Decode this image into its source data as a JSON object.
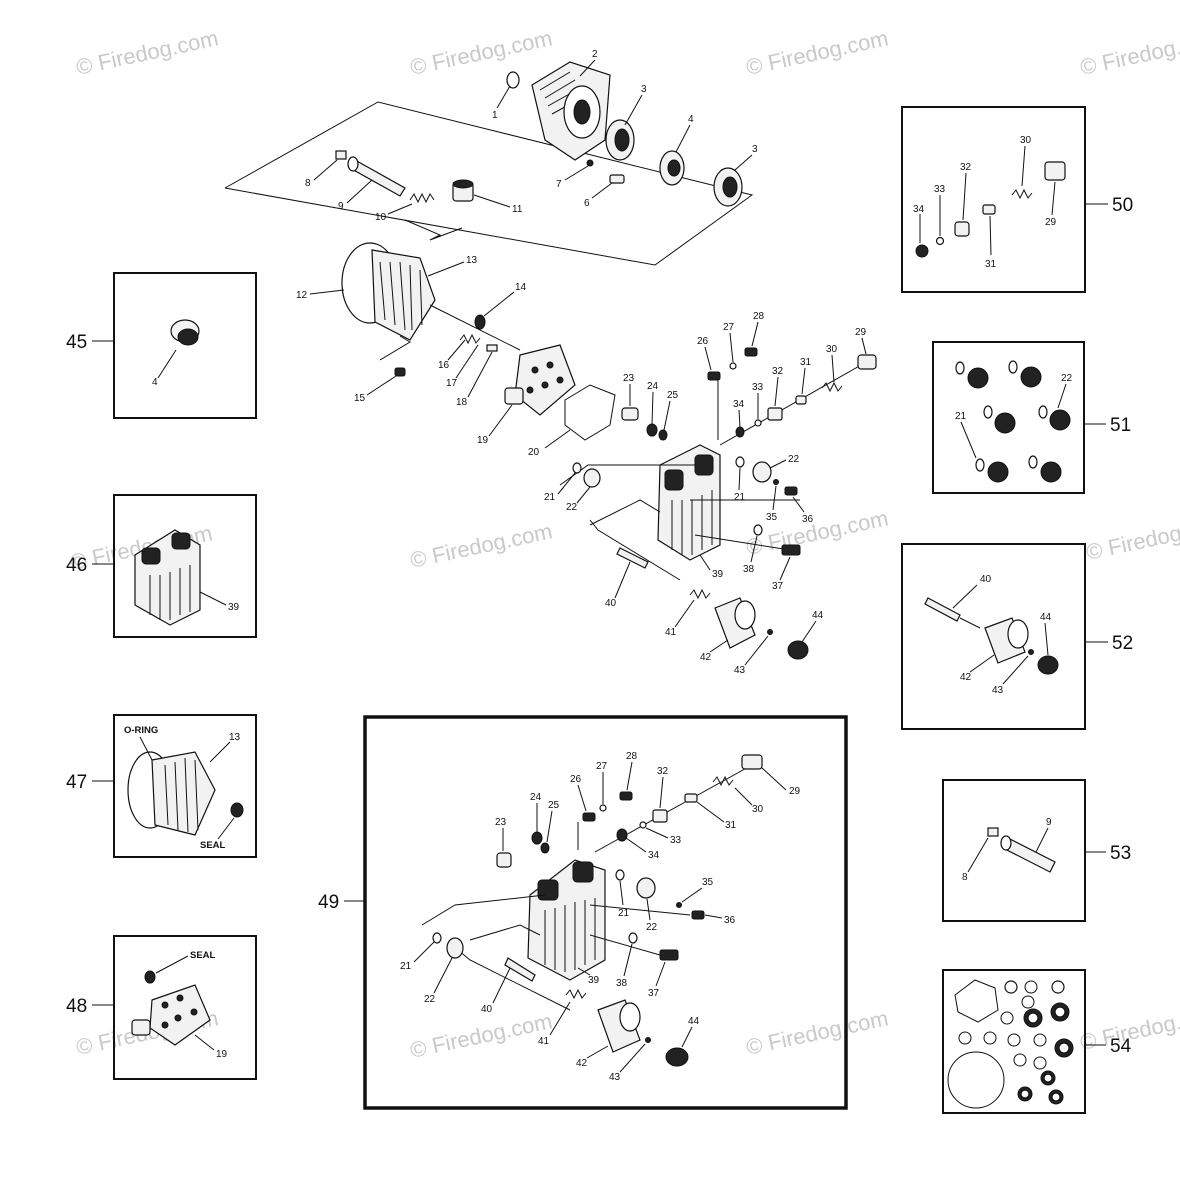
{
  "watermark": "© Firedog.com",
  "callouts": {
    "c1": "1",
    "c2": "2",
    "c3a": "3",
    "c3b": "3",
    "c4": "4",
    "c6": "6",
    "c7": "7",
    "c8": "8",
    "c9": "9",
    "c10": "10",
    "c11": "11",
    "c12": "12",
    "c13": "13",
    "c14": "14",
    "c15": "15",
    "c16": "16",
    "c17": "17",
    "c18": "18",
    "c19": "19",
    "c20": "20",
    "c21a": "21",
    "c22a": "22",
    "c23": "23",
    "c24": "24",
    "c25": "25",
    "c26": "26",
    "c27": "27",
    "c28": "28",
    "c29": "29",
    "c30": "30",
    "c31": "31",
    "c32": "32",
    "c33": "33",
    "c34": "34",
    "c21b": "21",
    "c22b": "22",
    "c35": "35",
    "c36": "36",
    "c37": "37",
    "c38": "38",
    "c39": "39",
    "c40": "40",
    "c41": "41",
    "c42": "42",
    "c43": "43",
    "c44": "44"
  },
  "kits": {
    "k45": "45",
    "k46": "46",
    "k47": "47",
    "k48": "48",
    "k49": "49",
    "k50": "50",
    "k51": "51",
    "k52": "52",
    "k53": "53",
    "k54": "54"
  },
  "box45": {
    "c4": "4"
  },
  "box46": {
    "c39": "39"
  },
  "box47": {
    "oring": "O-RING",
    "c13": "13",
    "seal": "SEAL"
  },
  "box48": {
    "seal": "SEAL",
    "c19": "19"
  },
  "box49": {
    "c23": "23",
    "c24": "24",
    "c25": "25",
    "c26": "26",
    "c27": "27",
    "c28": "28",
    "c32": "32",
    "c29": "29",
    "c30": "30",
    "c31": "31",
    "c33": "33",
    "c34": "34",
    "c35": "35",
    "c36": "36",
    "c21a": "21",
    "c22a": "22",
    "c21b": "21",
    "c22b": "22",
    "c38": "38",
    "c37": "37",
    "c39": "39",
    "c40": "40",
    "c41": "41",
    "c42": "42",
    "c43": "43",
    "c44": "44"
  },
  "box50": {
    "c30": "30",
    "c32": "32",
    "c33": "33",
    "c34": "34",
    "c29": "29",
    "c31": "31"
  },
  "box51": {
    "c22": "22",
    "c21": "21"
  },
  "box52": {
    "c40": "40",
    "c44": "44",
    "c42": "42",
    "c43": "43"
  },
  "box53": {
    "c9": "9",
    "c8": "8"
  }
}
